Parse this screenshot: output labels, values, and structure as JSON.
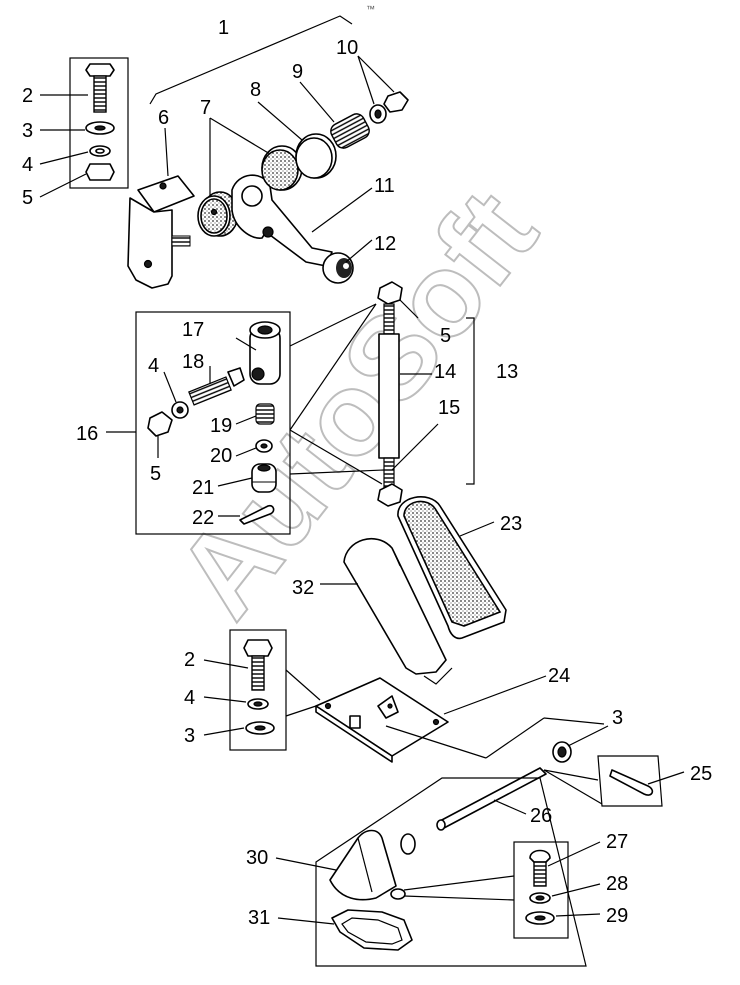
{
  "corner_mark": "™",
  "watermark": "AutoSoft",
  "callouts": {
    "c1": "1",
    "c2a": "2",
    "c3a": "3",
    "c4a": "4",
    "c5a": "5",
    "c6": "6",
    "c7": "7",
    "c8": "8",
    "c9": "9",
    "c10": "10",
    "c11": "11",
    "c12": "12",
    "c5b": "5",
    "c13": "13",
    "c14": "14",
    "c15": "15",
    "c16": "16",
    "c17": "17",
    "c18": "18",
    "c4b": "4",
    "c5c": "5",
    "c19": "19",
    "c20": "20",
    "c21": "21",
    "c22": "22",
    "c23": "23",
    "c32": "32",
    "c2b": "2",
    "c4c": "4",
    "c3b": "3",
    "c24": "24",
    "c3c": "3",
    "c25": "25",
    "c26": "26",
    "c27": "27",
    "c30": "30",
    "c28": "28",
    "c31": "31",
    "c29": "29"
  }
}
